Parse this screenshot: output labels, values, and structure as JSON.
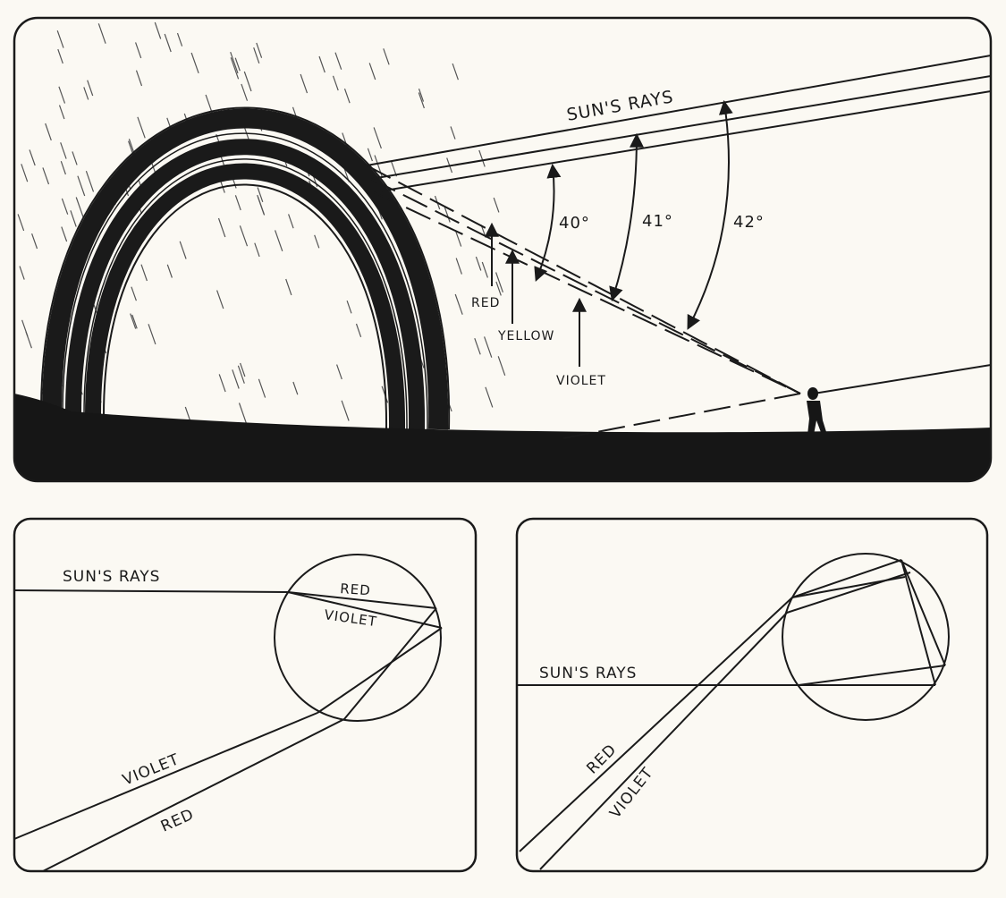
{
  "colors": {
    "ink": "#1a1a1a",
    "paper": "#fbf9f3"
  },
  "top_panel": {
    "sun_rays_label": "SUN'S RAYS",
    "angles": [
      "40°",
      "41°",
      "42°"
    ],
    "band_labels": {
      "red": "RED",
      "yellow": "YELLOW",
      "violet": "VIOLET"
    }
  },
  "bottom_left_panel": {
    "sun_rays_label": "SUN'S RAYS",
    "inside_red": "RED",
    "inside_violet": "VIOLET",
    "exit_violet": "VIOLET",
    "exit_red": "RED"
  },
  "bottom_right_panel": {
    "sun_rays_label": "SUN'S RAYS",
    "exit_red": "RED",
    "exit_violet": "VIOLET"
  }
}
